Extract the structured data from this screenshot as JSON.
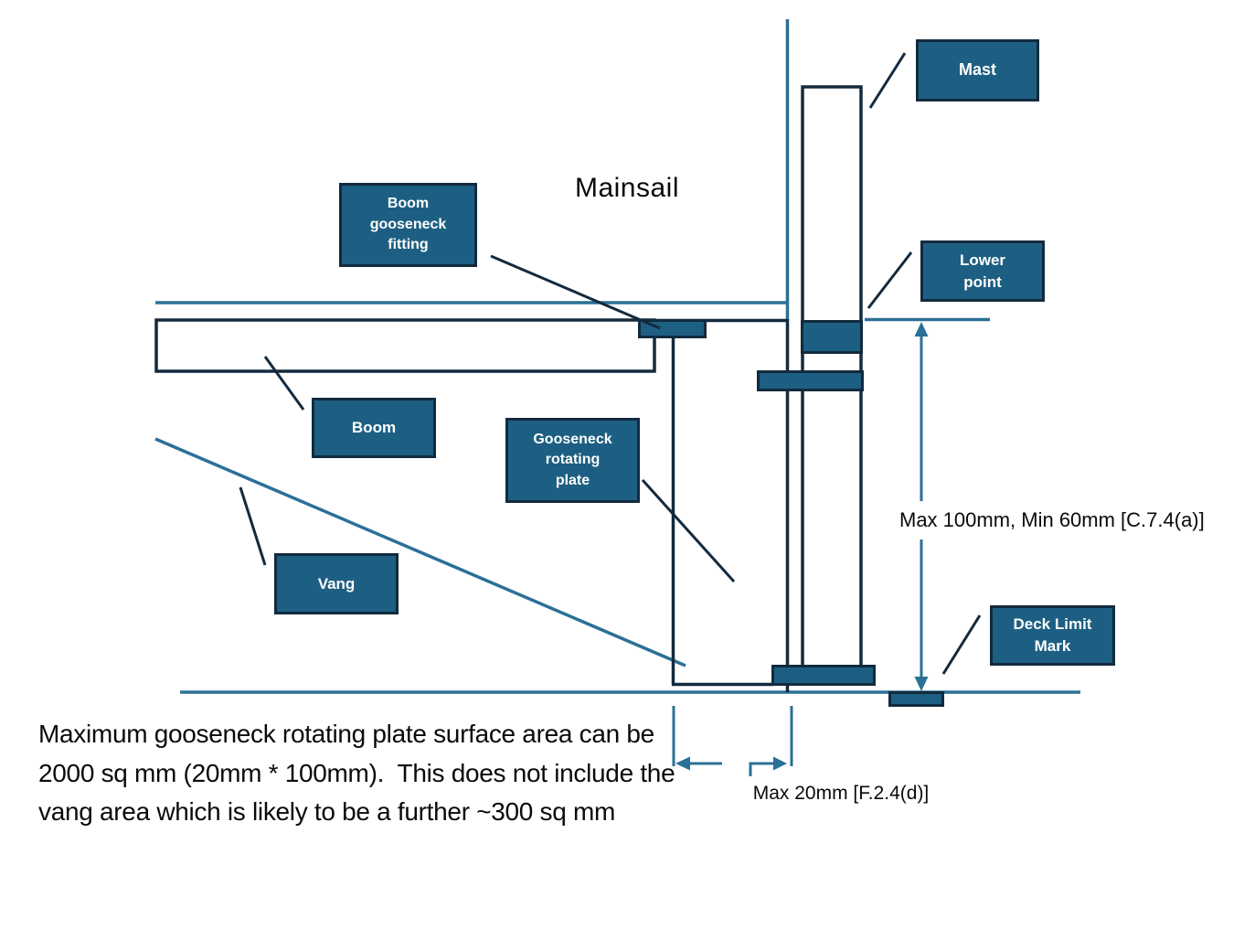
{
  "diagram": {
    "title": "Mainsail",
    "labels": {
      "mast": "Mast",
      "lower_point": "Lower\npoint",
      "boom_gooseneck_fitting": "Boom\ngooseneck\nfitting",
      "boom": "Boom",
      "gooseneck_rotating_plate": "Gooseneck\nrotating\nplate",
      "vang": "Vang",
      "deck_limit_mark": "Deck Limit\nMark"
    },
    "dimensions": {
      "vertical": "Max 100mm, Min 60mm [C.7.4(a)]",
      "horizontal": "Max 20mm [F.2.4(d)]"
    },
    "note": "Maximum gooseneck rotating plate surface area can be 2000 sq mm (20mm * 100mm).  This does not include the vang area which is likely to be a further ~300 sq mm",
    "colors": {
      "box_fill": "#1d5f82",
      "box_border": "#122a3e",
      "line_dark": "#132a3e",
      "line_teal": "#2b7096",
      "text_light": "#ffffff",
      "text_dark": "#0a0a0a",
      "background": "#ffffff"
    }
  }
}
